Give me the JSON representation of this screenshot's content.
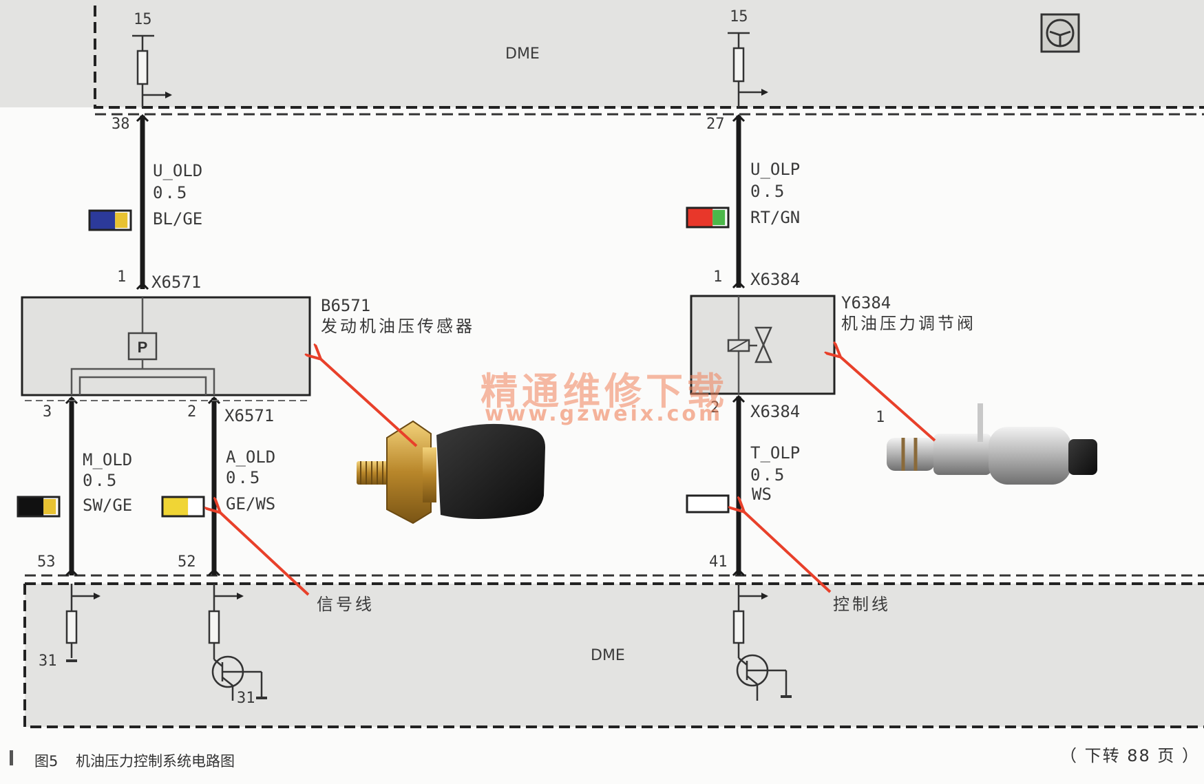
{
  "top_module": {
    "label": "DME",
    "terminal_left": "15",
    "terminal_right": "15"
  },
  "bottom_module": {
    "label": "DME",
    "ground_left": "31",
    "ground_mid": "31"
  },
  "wires": {
    "u_old": {
      "pin_top": "38",
      "signal": "U_OLD",
      "gauge": "0.5",
      "color_code": "BL/GE",
      "pin_bottom": "1",
      "connector": "X6571",
      "colors": [
        "#2c3a9a",
        "#e8c232"
      ]
    },
    "u_olp": {
      "pin_top": "27",
      "signal": "U_OLP",
      "gauge": "0.5",
      "color_code": "RT/GN",
      "pin_bottom": "1",
      "connector": "X6384",
      "colors": [
        "#e8372a",
        "#4cb84a"
      ]
    },
    "m_old": {
      "pin_top": "3",
      "signal": "M_OLD",
      "gauge": "0.5",
      "color_code": "SW/GE",
      "pin_bottom": "53",
      "colors": [
        "#111111",
        "#e8c232"
      ]
    },
    "a_old": {
      "pin_top": "2",
      "connector": "X6571",
      "signal": "A_OLD",
      "gauge": "0.5",
      "color_code": "GE/WS",
      "pin_bottom": "52",
      "colors": [
        "#f0d535",
        "#ffffff"
      ]
    },
    "t_olp": {
      "pin_top": "2",
      "connector": "X6384",
      "signal": "T_OLP",
      "gauge": "0.5",
      "color_code": "WS",
      "pin_bottom": "41",
      "colors": [
        "#ffffff"
      ]
    }
  },
  "components": {
    "sensor": {
      "id": "B6571",
      "name": "发动机油压传感器",
      "symbol": "P"
    },
    "valve": {
      "id": "Y6384",
      "name": "机油压力调节阀",
      "photo_label": "1"
    }
  },
  "annotations": {
    "signal_line": "信号线",
    "control_line": "控制线"
  },
  "watermark": {
    "title": "精通维修下载",
    "url": "www.gzweix.com"
  },
  "caption": {
    "figure": "图5",
    "title": "机油压力控制系统电路图",
    "continued": "（ 下转 88 页 ）"
  },
  "icons": [
    "steering-wheel-icon",
    "resistor-icon",
    "transistor-icon",
    "ground-icon",
    "arrow-icon"
  ]
}
